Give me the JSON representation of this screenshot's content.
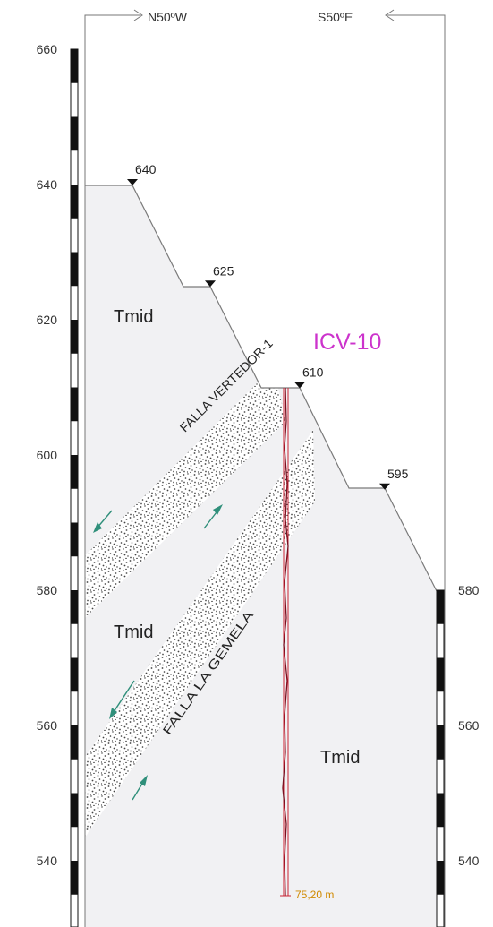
{
  "section": {
    "direction_left": "N50ºW",
    "direction_right": "S50ºE",
    "borehole_label": "ICV-10",
    "depth_label": "75,20 m",
    "colors": {
      "borehole": "#cc2233",
      "label": "#cc33cc",
      "depth": "#d08a00",
      "fill": "#f1f1f3",
      "arrow": "#2f8f7a"
    },
    "unit_labels": [
      "Tmid",
      "Tmid",
      "Tmid"
    ],
    "fault_labels": [
      "FALLA VERTEDOR-1",
      "FALLA LA GEMELA"
    ],
    "left_scale": [
      660,
      640,
      620,
      600,
      580,
      560,
      540
    ],
    "right_scale": [
      580,
      560,
      540
    ],
    "terrain_points": [
      {
        "elev": 640,
        "label": "640"
      },
      {
        "elev": 625,
        "label": "625"
      },
      {
        "elev": 610,
        "label": "610"
      },
      {
        "elev": 595,
        "label": "595"
      }
    ]
  }
}
